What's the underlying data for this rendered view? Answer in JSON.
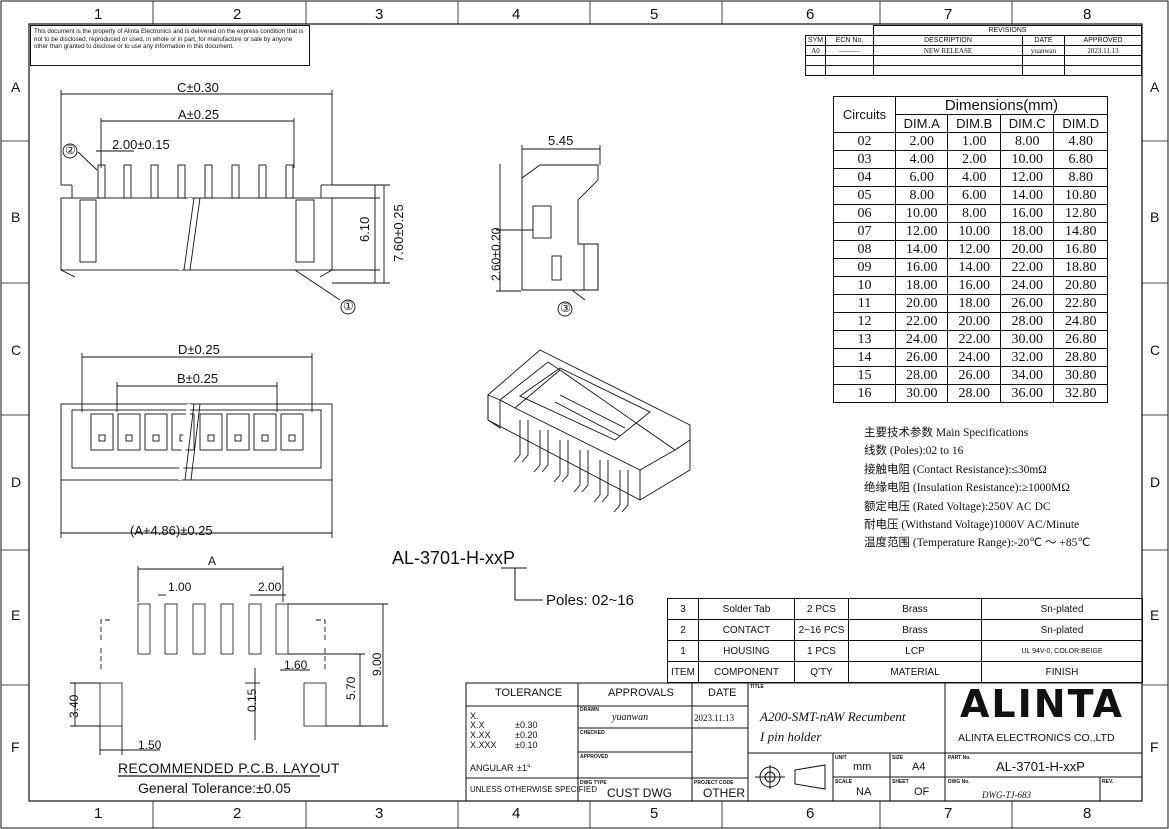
{
  "notice": "This document is the property of Alinta Electronics and is delivered on the express condition that is not to be disclosed, reproduced or used, in whole or in part, for manufacture or sale by anyone other than granted to disclose or to use any information in this document.",
  "frame": {
    "columns": [
      "1",
      "2",
      "3",
      "4",
      "5",
      "6",
      "7",
      "8"
    ],
    "rows": [
      "A",
      "B",
      "C",
      "D",
      "E",
      "F"
    ]
  },
  "revisions": {
    "title": "REVISIONS",
    "headers": [
      "SYM",
      "ECN No.",
      "DESCRIPTION",
      "DATE",
      "APPROVED"
    ],
    "rows": [
      [
        "A0",
        "———",
        "NEW RELEASE",
        "yuanwan",
        "2023.11.13"
      ]
    ]
  },
  "side_view": {
    "dim_c": "C±0.30",
    "dim_a": "A±0.25",
    "pitch": "2.00±0.15",
    "h1": "6.10",
    "h2": "7.60±0.25",
    "callout_1": "①",
    "callout_2": "②"
  },
  "end_view": {
    "width": "5.45",
    "height": "2.60±0.20",
    "callout_3": "③"
  },
  "top_view": {
    "dim_d": "D±0.25",
    "dim_b": "B±0.25",
    "overall": "(A+4.86)±0.25"
  },
  "part_label": {
    "part": "AL-3701-H-xxP",
    "poles": "Poles: 02~16"
  },
  "pcb": {
    "dim_a": "A",
    "pitch": "1.00",
    "pitch2": "2.00",
    "d160": "1.60",
    "d900": "9.00",
    "d570": "5.70",
    "d015": "0.15",
    "d340": "3.40",
    "d150": "1.50",
    "title": "RECOMMENDED P.C.B. LAYOUT",
    "tolerance": "General Tolerance:±0.05"
  },
  "dimensions": {
    "circuits_header": "Circuits",
    "group_header": "Dimensions(mm)",
    "columns": [
      "DIM.A",
      "DIM.B",
      "DIM.C",
      "DIM.D"
    ],
    "rows": [
      [
        "02",
        "2.00",
        "1.00",
        "8.00",
        "4.80"
      ],
      [
        "03",
        "4.00",
        "2.00",
        "10.00",
        "6.80"
      ],
      [
        "04",
        "6.00",
        "4.00",
        "12.00",
        "8.80"
      ],
      [
        "05",
        "8.00",
        "6.00",
        "14.00",
        "10.80"
      ],
      [
        "06",
        "10.00",
        "8.00",
        "16.00",
        "12.80"
      ],
      [
        "07",
        "12.00",
        "10.00",
        "18.00",
        "14.80"
      ],
      [
        "08",
        "14.00",
        "12.00",
        "20.00",
        "16.80"
      ],
      [
        "09",
        "16.00",
        "14.00",
        "22.00",
        "18.80"
      ],
      [
        "10",
        "18.00",
        "16.00",
        "24.00",
        "20.80"
      ],
      [
        "11",
        "20.00",
        "18.00",
        "26.00",
        "22.80"
      ],
      [
        "12",
        "22.00",
        "20.00",
        "28.00",
        "24.80"
      ],
      [
        "13",
        "24.00",
        "22.00",
        "30.00",
        "26.80"
      ],
      [
        "14",
        "26.00",
        "24.00",
        "32.00",
        "28.80"
      ],
      [
        "15",
        "28.00",
        "26.00",
        "34.00",
        "30.80"
      ],
      [
        "16",
        "30.00",
        "28.00",
        "36.00",
        "32.80"
      ]
    ]
  },
  "specs": [
    "主要技术参数 Main Specifications",
    "线数 (Poles):02 to 16",
    "接触电阻 (Contact Resistance):≤30mΩ",
    "绝缘电阻 (Insulation Resistance):≥1000MΩ",
    "额定电压 (Rated Voltage):250V AC DC",
    "耐电压 (Withstand Voltage)1000V AC/Minute",
    "温度范围 (Temperature Range):-20℃ ～ +85℃"
  ],
  "bom": {
    "rows": [
      [
        "3",
        "Solder Tab",
        "2 PCS",
        "Brass",
        "Sn-plated"
      ],
      [
        "2",
        "CONTACT",
        "2~16 PCS",
        "Brass",
        "Sn-plated"
      ],
      [
        "1",
        "HOUSING",
        "1 PCS",
        "LCP",
        "UL 94V-0, COLOR:BEIGE"
      ]
    ],
    "header": [
      "ITEM",
      "COMPONENT",
      "Q'TY",
      "MATERIAL",
      "FINISH"
    ]
  },
  "title_block": {
    "tolerance": "TOLERANCE",
    "tol_rows": [
      [
        "X.",
        ""
      ],
      [
        "X.X",
        "±0.30"
      ],
      [
        "X.XX",
        "±0.20"
      ],
      [
        "X.XXX",
        "±0.10"
      ]
    ],
    "angular": "ANGULAR",
    "angular_val": "±1°",
    "unless": "UNLESS OTHERWISE SPECIFIED",
    "approvals": "APPROVALS",
    "date": "DATE",
    "drawn": "DRAWN",
    "drawn_by": "yuanwan",
    "drawn_date": "2023.11.13",
    "checked": "CHECKED",
    "approved": "APPROVED",
    "dwg_type": "DWG TYPE",
    "dwg_type_val": "CUST DWG",
    "project_code": "PROJECT CODE",
    "project_code_val": "OTHER",
    "title_label": "TITLE",
    "title_line1": "A200-SMT-nAW Recumbent",
    "title_line2": "I pin holder",
    "unit_label": "UNIT",
    "unit": "mm",
    "size_label": "SIZE",
    "size": "A4",
    "scale_label": "SCALE",
    "scale": "NA",
    "sheet_label": "SHEET",
    "sheet": "OF",
    "logo": "ALINTA",
    "company": "ALINTA ELECTRONICS CO.,LTD",
    "part_no_label": "PART No.",
    "part_no": "AL-3701-H-xxP",
    "dwg_no_label": "DWG No.",
    "dwg_no": "DWG-TJ-683",
    "rev_label": "REV."
  }
}
